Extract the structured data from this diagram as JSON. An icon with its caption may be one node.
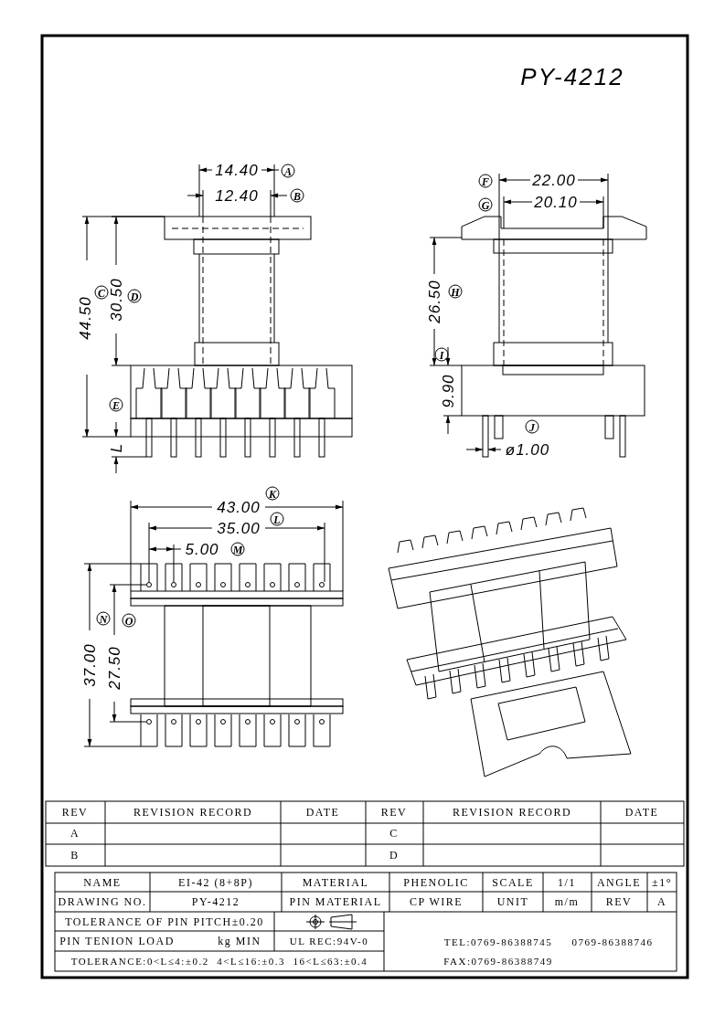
{
  "diagram": {
    "title": "PY-4212",
    "labels": [
      "14.40",
      "A",
      "12.40",
      "B",
      "C",
      "44.50",
      "30.50",
      "D",
      "E",
      "L",
      "22.00",
      "F",
      "20.10",
      "G",
      "26.50",
      "H",
      "I",
      "9.90",
      "J",
      "ø1.00",
      "43.00",
      "K",
      "35.00",
      "L",
      "5.00",
      "M",
      "N",
      "37.00",
      "O",
      "27.50",
      "REV",
      "REVISION RECORD",
      "DATE",
      "REV",
      "REVISION RECORD",
      "DATE",
      "A",
      "C",
      "B",
      "D",
      "NAME",
      "EI-42 (8+8P)",
      "MATERIAL",
      "PHENOLIC",
      "SCALE",
      "1/1",
      "ANGLE",
      "±1°",
      "DRAWING NO.",
      "PY-4212",
      "PIN MATERIAL",
      "CP WIRE",
      "UNIT",
      "m/m",
      "REV",
      "A",
      "TOLERANCE OF PIN PITCH±0.20",
      "PIN TENION LOAD",
      "kg MIN",
      "UL REC:94V-0",
      "TEL:0769-86388745",
      "0769-86388746",
      "TOLERANCE:0<L≤4:±0.2  4<L≤16:±0.3  16<L≤63:±0.4",
      "FAX:0769-86388749"
    ]
  }
}
